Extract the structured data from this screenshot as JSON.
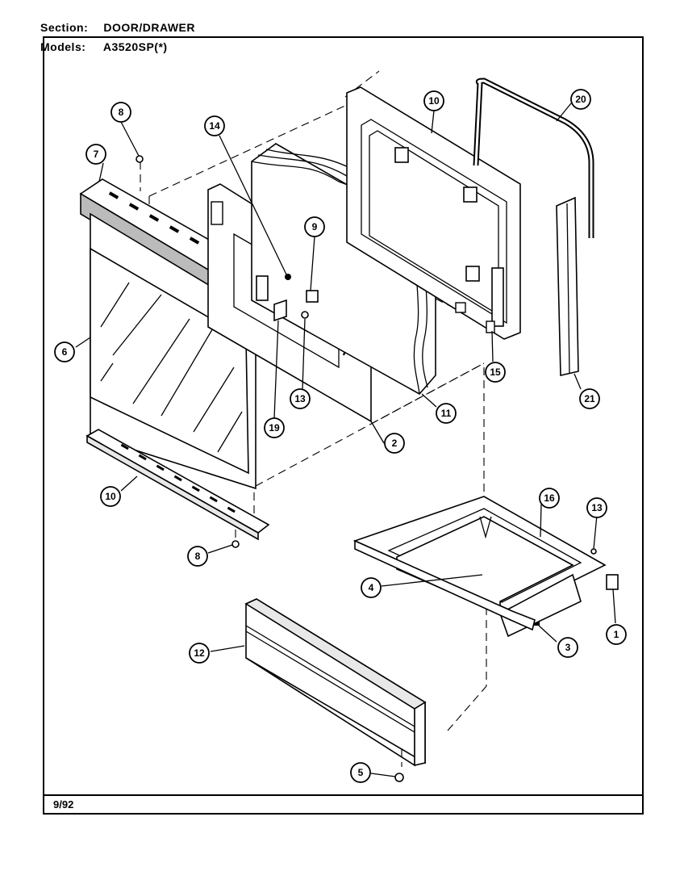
{
  "header": {
    "section_label": "Section:",
    "section_value": "DOOR/DRAWER",
    "models_label": "Models:",
    "models_value": "A3520SP(*)"
  },
  "footer": {
    "date": "9/92"
  },
  "callouts": [
    {
      "id": "c8a",
      "label": "8"
    },
    {
      "id": "c7",
      "label": "7"
    },
    {
      "id": "c14",
      "label": "14"
    },
    {
      "id": "c10a",
      "label": "10"
    },
    {
      "id": "c20",
      "label": "20"
    },
    {
      "id": "c9",
      "label": "9"
    },
    {
      "id": "c6",
      "label": "6"
    },
    {
      "id": "c13a",
      "label": "13"
    },
    {
      "id": "c19",
      "label": "19"
    },
    {
      "id": "c2",
      "label": "2"
    },
    {
      "id": "c11",
      "label": "11"
    },
    {
      "id": "c15",
      "label": "15"
    },
    {
      "id": "c21",
      "label": "21"
    },
    {
      "id": "c10b",
      "label": "10"
    },
    {
      "id": "c8b",
      "label": "8"
    },
    {
      "id": "c16",
      "label": "16"
    },
    {
      "id": "c13b",
      "label": "13"
    },
    {
      "id": "c4",
      "label": "4"
    },
    {
      "id": "c1",
      "label": "1"
    },
    {
      "id": "c3",
      "label": "3"
    },
    {
      "id": "c12",
      "label": "12"
    },
    {
      "id": "c5",
      "label": "5"
    }
  ]
}
